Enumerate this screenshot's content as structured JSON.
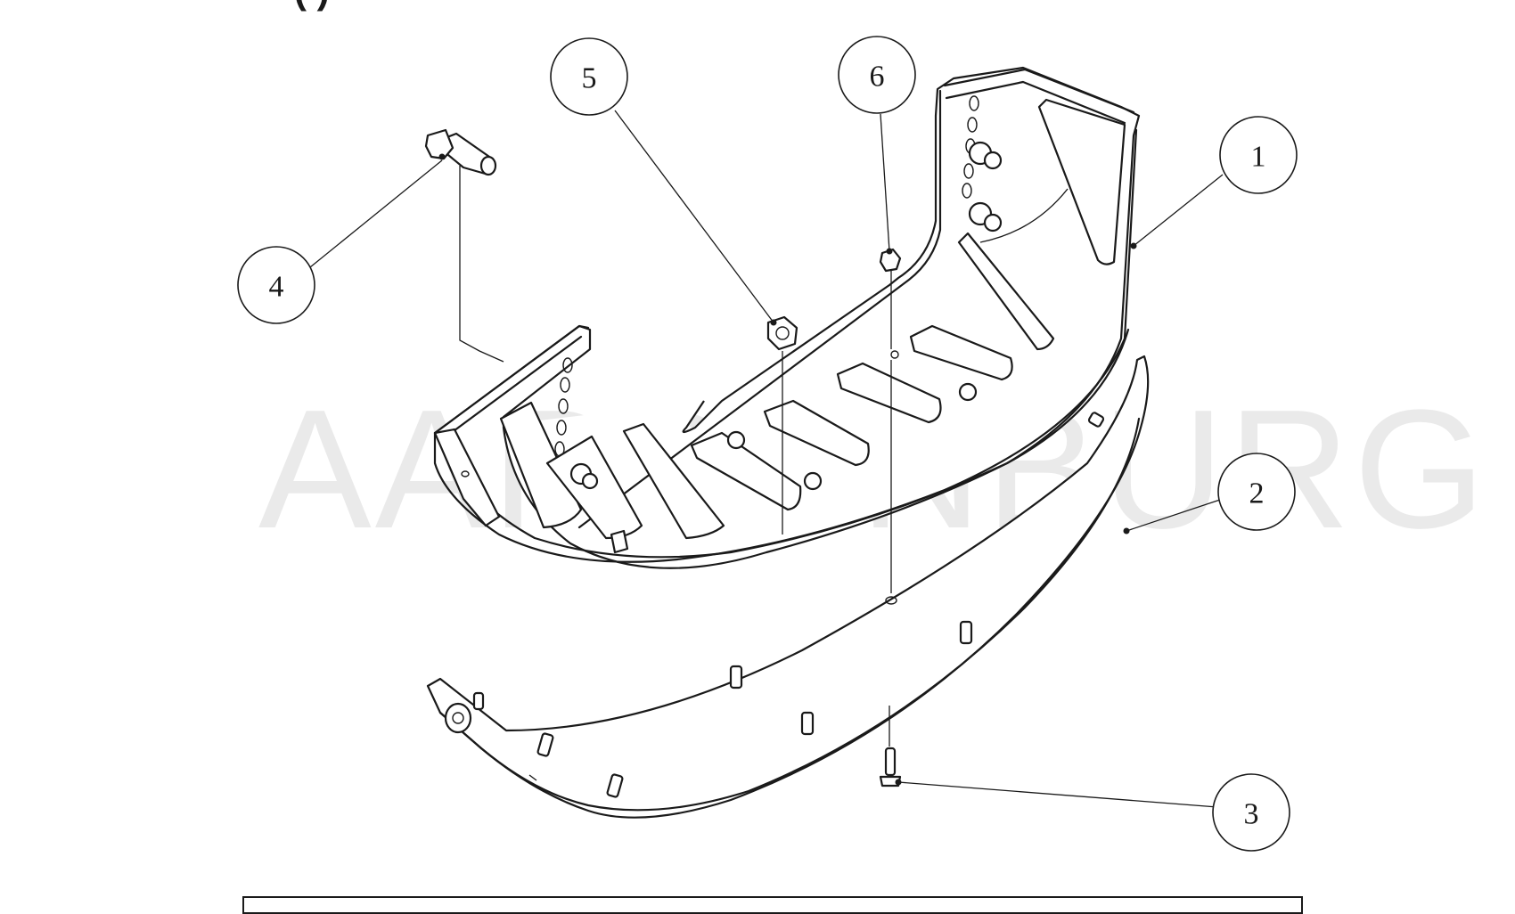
{
  "header": {
    "partial_title": "(   )"
  },
  "watermark": {
    "text": "AARDENBURG"
  },
  "callouts": [
    {
      "id": "1",
      "label": "1"
    },
    {
      "id": "2",
      "label": "2"
    },
    {
      "id": "3",
      "label": "3"
    },
    {
      "id": "4",
      "label": "4"
    },
    {
      "id": "5",
      "label": "5"
    },
    {
      "id": "6",
      "label": "6"
    }
  ],
  "colors": {
    "line": "#1a1a1a",
    "watermark": "#d9d9d9",
    "background": "#ffffff"
  }
}
